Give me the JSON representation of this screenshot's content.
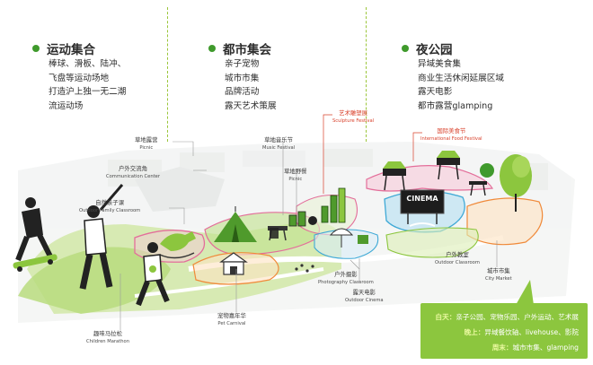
{
  "sections": [
    {
      "title": "运动集合",
      "lines": [
        "棒球、滑板、陆冲、",
        "飞盘等运动场地",
        "打造沪上独一无二潮",
        "流运动场"
      ]
    },
    {
      "title": "都市集会",
      "lines": [
        "亲子宠物",
        "城市市集",
        "品牌活动",
        "露天艺术策展"
      ]
    },
    {
      "title": "夜公园",
      "lines": [
        "异域美食集",
        "商业生活休闲延展区域",
        "露天电影",
        "都市露营glamping"
      ]
    }
  ],
  "labels": {
    "picnic_lawn": {
      "cn": "草地露营",
      "en": "Picnic"
    },
    "comm_center": {
      "cn": "户外交流角",
      "en": "Communication Center"
    },
    "family_class": {
      "cn": "自然亲子课",
      "en": "Outdoor Family Classroom"
    },
    "music_fest": {
      "cn": "草地音乐节",
      "en": "Music Festival"
    },
    "picnic2": {
      "cn": "草地野餐",
      "en": "Picnic"
    },
    "sculpture": {
      "cn": "艺术雕塑展",
      "en": "Sculpture Festival"
    },
    "food_fest": {
      "cn": "国际美食节",
      "en": "International Food Festival"
    },
    "outdoor_class": {
      "cn": "户外教室",
      "en": "Outdoor Classroom"
    },
    "city_market": {
      "cn": "城市市集",
      "en": "City Market"
    },
    "photo_class": {
      "cn": "户外摄影",
      "en": "Photography Classroom"
    },
    "cinema": {
      "cn": "露天电影",
      "en": "Outdoor Cinema"
    },
    "pet_carnival": {
      "cn": "宠物嘉年华",
      "en": "Pet Carnival"
    },
    "marathon": {
      "cn": "趣味马拉松",
      "en": "Children Marathon"
    }
  },
  "cinema_sign": "CINEMA",
  "schedule": [
    {
      "key": "白天：",
      "value": "亲子公园、宠物乐园、户外运动、艺术展"
    },
    {
      "key": "晚上：",
      "value": "异域餐饮轴、livehouse、影院"
    },
    {
      "key": "周末：",
      "value": "城市市集、glamping"
    }
  ],
  "colors": {
    "accent_green": "#3f9a2c",
    "light_green": "#8cc63e",
    "label_red": "#d9412b",
    "zone_blue": "#3fa9d6",
    "zone_pink": "#e36e9a",
    "zone_orange": "#f08a3a"
  }
}
